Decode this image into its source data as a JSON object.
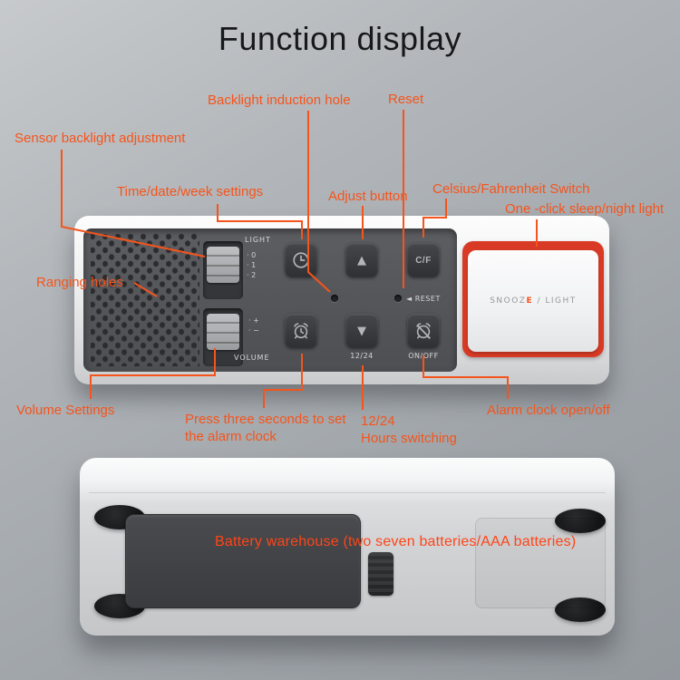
{
  "title": "Function display",
  "annotations": {
    "sensor_backlight": "Sensor backlight adjustment",
    "backlight_hole": "Backlight induction hole",
    "reset": "Reset",
    "time_settings": "Time/date/week settings",
    "adjust_button": "Adjust button",
    "cf_switch": "Celsius/Fahrenheit Switch",
    "one_click": "One -click sleep/night light",
    "ranging_holes": "Ranging holes",
    "volume_settings": "Volume Settings",
    "press_three_seconds": "Press three seconds to set the alarm clock",
    "hours_line1": "12/24",
    "hours_line2": "Hours switching",
    "alarm_open_off": "Alarm clock open/off",
    "battery": "Battery warehouse (two seven batteries/AAA batteries)"
  },
  "device_back": {
    "light_label": "LIGHT",
    "light_marks": [
      "· 0",
      "· 1",
      "· 2"
    ],
    "volume_marks": [
      "· +",
      "· −"
    ],
    "volume_label": "VOLUME",
    "up_icon": "▲",
    "down_icon": "▼",
    "cf_label": "C/F",
    "reset_print": "◄ RESET",
    "print_1224": "12/24",
    "print_onoff": "ON/OFF",
    "snooze_pre": "SNOOZ",
    "snooze_accent": "E",
    "snooze_post": " / LIGHT"
  },
  "colors": {
    "accent": "#f5541c",
    "battery_text": "#ff4518",
    "red_strip": "#d83a26"
  }
}
